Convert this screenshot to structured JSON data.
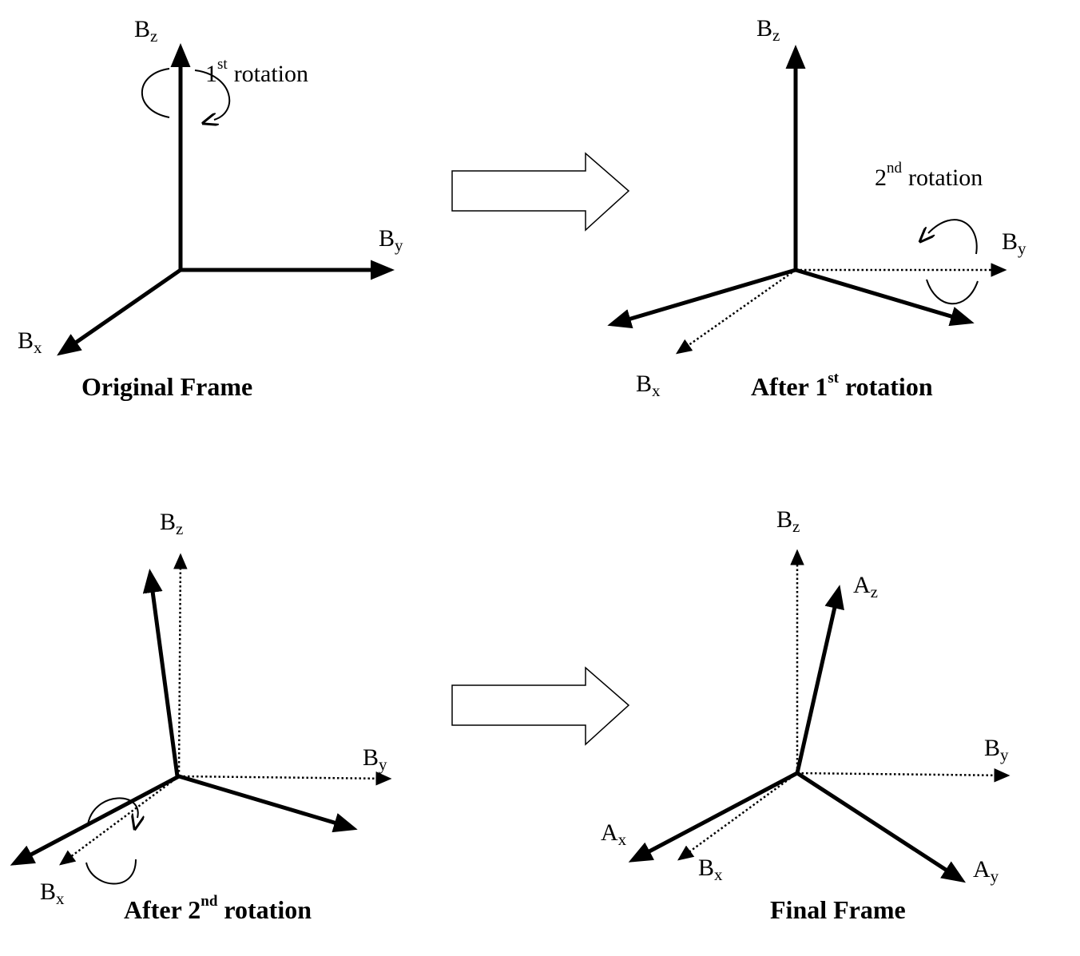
{
  "symbols": {
    "b": "B",
    "a": "A",
    "x": "x",
    "y": "y",
    "z": "z"
  },
  "panels": {
    "original": {
      "title": "Original Frame",
      "rotation_number": "1",
      "rotation_suffix": "st",
      "rotation_word": "rotation"
    },
    "after_first": {
      "title_prefix": "After 1",
      "title_suffix": "st",
      "title_word": "rotation",
      "rotation_number": "2",
      "rotation_suffix": "nd",
      "rotation_word": "rotation"
    },
    "after_second": {
      "title_prefix": "After 2",
      "title_suffix": "nd",
      "title_word": "rotation"
    },
    "final": {
      "title": "Final Frame"
    }
  },
  "colors": {
    "ink": "#000000",
    "background": "#ffffff"
  }
}
